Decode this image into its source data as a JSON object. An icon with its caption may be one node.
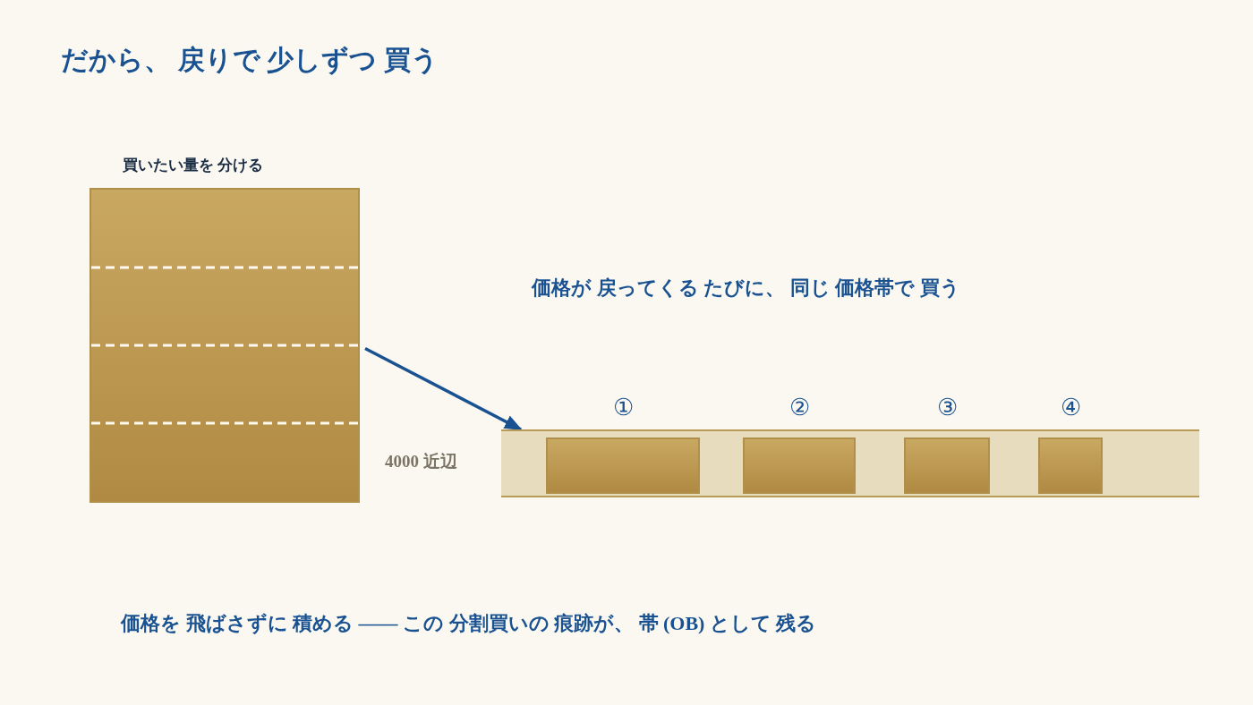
{
  "diagram": {
    "title": "だから、 戻りで 少しずつ 買う",
    "nodes": [
      {
        "text": [
          "買いたい量を 分ける"
        ]
      },
      {
        "text": [],
        "shape": "band"
      },
      {
        "text": [],
        "shape": "box",
        "in": 1,
        "beside": [
          "①"
        ]
      },
      {
        "text": [],
        "shape": "box",
        "in": 1,
        "beside": [
          "②"
        ]
      },
      {
        "text": [],
        "shape": "box",
        "in": 1,
        "beside": [
          "③"
        ]
      },
      {
        "text": [],
        "shape": "box",
        "in": 1,
        "beside": [
          "④"
        ]
      }
    ],
    "edges": [
      {
        "from": 0,
        "to": 1,
        "arrow": "to"
      }
    ],
    "labels": [
      "価格が 戻ってくる たびに、 同じ 価格帯で 買う",
      "4000 近辺",
      "価格を 飛ばさずに 積める —— この 分割買いの 痕跡が、 帯 (OB) として 残る"
    ]
  }
}
